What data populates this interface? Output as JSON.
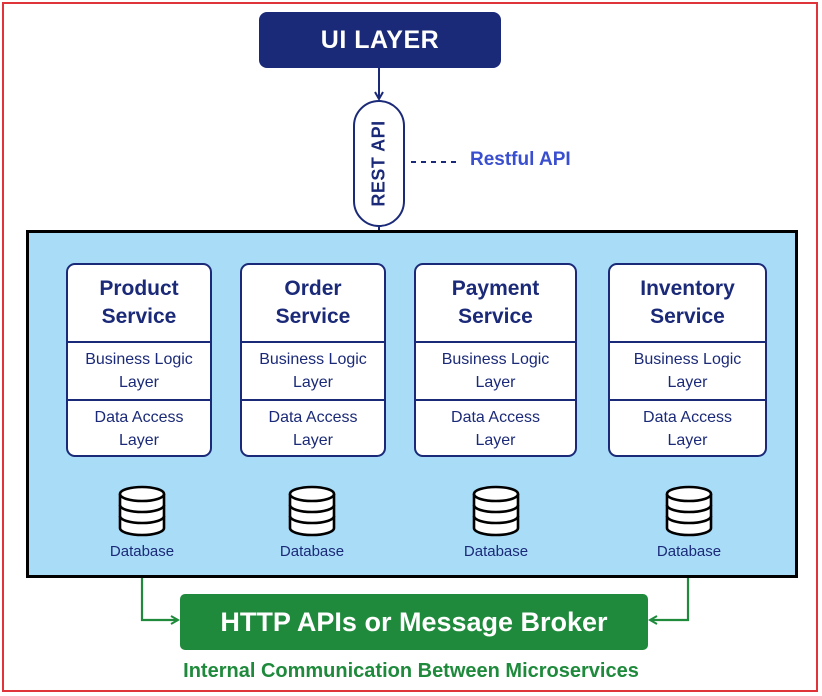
{
  "ui_layer": {
    "label": "UI LAYER"
  },
  "rest_api": {
    "label": "REST API",
    "note": "Restful API"
  },
  "services": [
    {
      "title_line1": "Product",
      "title_line2": "Service",
      "logic_line1": "Business Logic",
      "logic_line2": "Layer",
      "data_line1": "Data Access",
      "data_line2": "Layer",
      "db_label": "Database"
    },
    {
      "title_line1": "Order",
      "title_line2": "Service",
      "logic_line1": "Business Logic",
      "logic_line2": "Layer",
      "data_line1": "Data Access",
      "data_line2": "Layer",
      "db_label": "Database"
    },
    {
      "title_line1": "Payment",
      "title_line2": "Service",
      "logic_line1": "Business Logic",
      "logic_line2": "Layer",
      "data_line1": "Data Access",
      "data_line2": "Layer",
      "db_label": "Database"
    },
    {
      "title_line1": "Inventory",
      "title_line2": "Service",
      "logic_line1": "Business Logic",
      "logic_line2": "Layer",
      "data_line1": "Data Access",
      "data_line2": "Layer",
      "db_label": "Database"
    }
  ],
  "broker": {
    "label": "HTTP APIs or Message Broker"
  },
  "footnote": "Internal Communication Between Microservices",
  "colors": {
    "navy": "#1b2a78",
    "container_fill": "#a9dcf7",
    "green": "#1f8a3c",
    "restful_blue": "#3a4fd0",
    "frame_red": "#e0343b"
  },
  "icons": {
    "database": "database-icon"
  }
}
